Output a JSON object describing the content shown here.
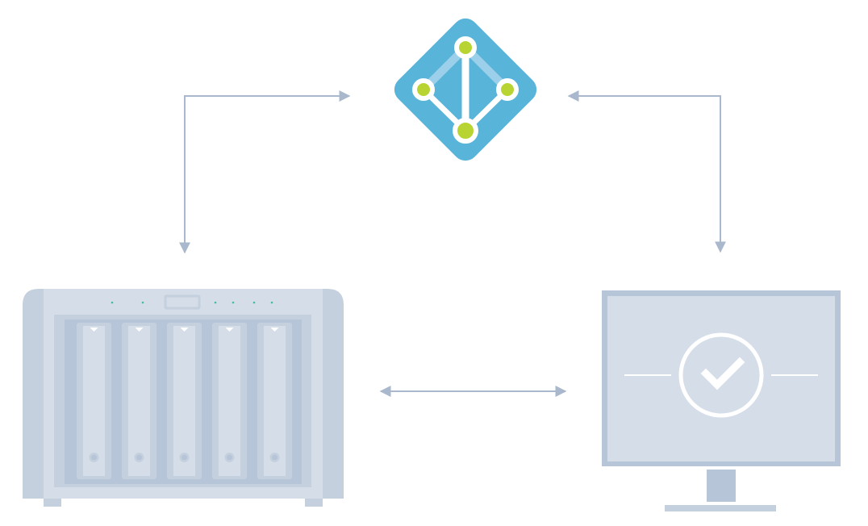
{
  "diagram": {
    "nodes": [
      {
        "id": "identity-provider",
        "icon": "azure-active-directory-icon"
      },
      {
        "id": "nas-server",
        "icon": "nas-server-icon",
        "drive_bays": 5,
        "status_leds": 6
      },
      {
        "id": "client-computer",
        "icon": "monitor-check-icon"
      }
    ],
    "connections": [
      {
        "from": "identity-provider",
        "to": "nas-server",
        "direction": "bidirectional"
      },
      {
        "from": "identity-provider",
        "to": "client-computer",
        "direction": "bidirectional"
      },
      {
        "from": "nas-server",
        "to": "client-computer",
        "direction": "bidirectional"
      }
    ]
  },
  "colors": {
    "connector": "#a9b8cc",
    "azure_blue": "#59b4d9",
    "azure_light": "#9cd0ea",
    "node_green": "#b8d432",
    "device_light": "#d4dde8",
    "device_mid": "#c5d0de",
    "device_dark": "#b6c5d8",
    "led": "#3fbf9a",
    "white": "#ffffff"
  }
}
